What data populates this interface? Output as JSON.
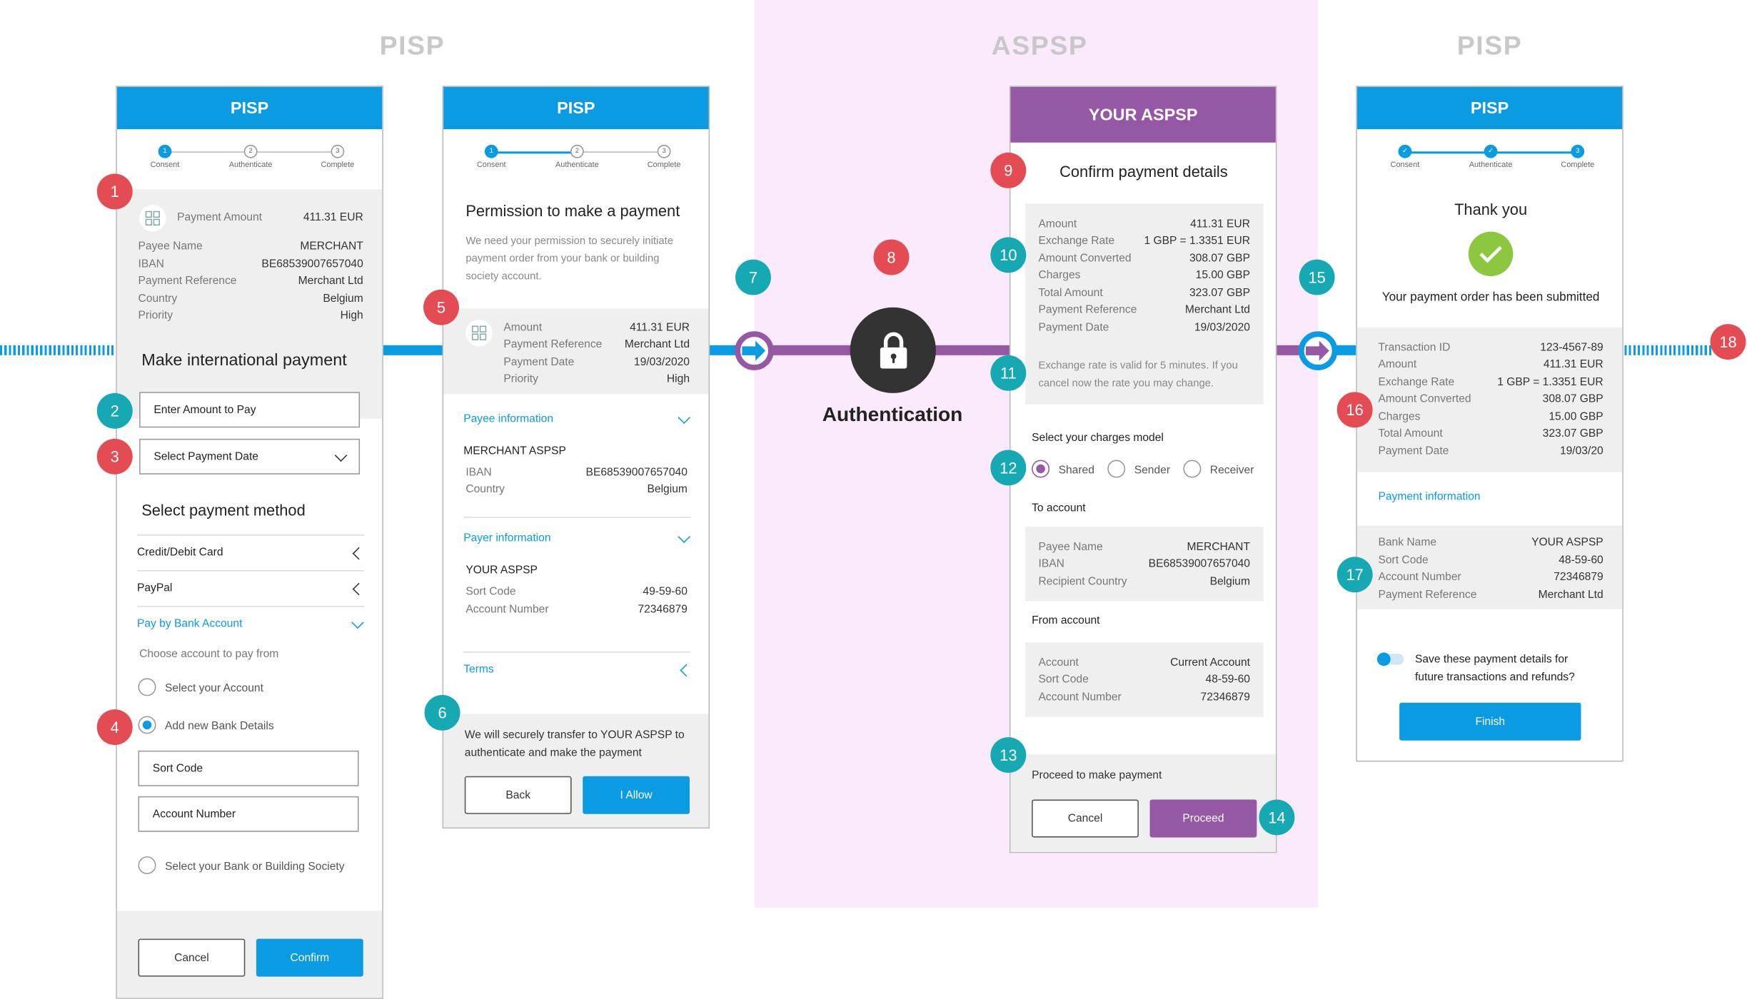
{
  "sections": {
    "pisp_left": "PISP",
    "aspsp": "ASPSP",
    "pisp_right": "PISP"
  },
  "markers": [
    "1",
    "2",
    "3",
    "4",
    "5",
    "6",
    "7",
    "8",
    "9",
    "10",
    "11",
    "12",
    "13",
    "14",
    "15",
    "16",
    "17",
    "18"
  ],
  "colors": {
    "pisp_blue": "#0b9be3",
    "aspsp_purple": "#9558a4",
    "marker_red": "#e44c54",
    "marker_teal": "#16a9b4",
    "success_green": "#8dc63f"
  },
  "steps": [
    "Consent",
    "Authenticate",
    "Complete"
  ],
  "step_numbers": [
    "1",
    "2",
    "3"
  ],
  "screen1": {
    "header": "PISP",
    "summary": [
      {
        "k": "Payee Name",
        "v": "MERCHANT"
      },
      {
        "k": "IBAN",
        "v": "BE68539007657040"
      },
      {
        "k": "Payment Reference",
        "v": "Merchant Ltd"
      },
      {
        "k": "Country",
        "v": "Belgium"
      },
      {
        "k": "Priority",
        "v": "High"
      }
    ],
    "payment_amount_label": "Payment Amount",
    "payment_amount_value": "411.31 EUR",
    "title": "Make international payment",
    "amount_placeholder": "Enter Amount to Pay",
    "date_placeholder": "Select Payment Date",
    "method_title": "Select payment method",
    "methods": [
      "Credit/Debit Card",
      "PayPal",
      "Pay by Bank Account"
    ],
    "choose_label": "Choose account to pay from",
    "opt_select_account": "Select your Account",
    "opt_add_new": "Add new Bank Details",
    "sort_code_placeholder": "Sort Code",
    "account_number_placeholder": "Account Number",
    "opt_select_bank": "Select your Bank or Building Society",
    "cancel": "Cancel",
    "confirm": "Confirm"
  },
  "screen2": {
    "header": "PISP",
    "title": "Permission to make a payment",
    "intro_lines": [
      "We need your permission to securely initiate",
      "payment order from your bank or building",
      "society account."
    ],
    "summary": [
      {
        "k": "Amount",
        "v": "411.31 EUR"
      },
      {
        "k": "Payment Reference",
        "v": "Merchant Ltd"
      },
      {
        "k": "Payment Date",
        "v": "19/03/2020"
      },
      {
        "k": "Priority",
        "v": "High"
      }
    ],
    "payee_info": "Payee information",
    "payee_name": "MERCHANT ASPSP",
    "payee_rows": [
      {
        "k": "IBAN",
        "v": "BE68539007657040"
      },
      {
        "k": "Country",
        "v": "Belgium"
      }
    ],
    "payer_info": "Payer information",
    "payer_name": "YOUR ASPSP",
    "payer_rows": [
      {
        "k": "Sort Code",
        "v": "49-59-60"
      },
      {
        "k": "Account Number",
        "v": "72346879"
      }
    ],
    "terms": "Terms",
    "transfer_lines": [
      "We will securely transfer to YOUR ASPSP to",
      "authenticate and make the payment"
    ],
    "back": "Back",
    "allow": "I Allow"
  },
  "auth_label": "Authentication",
  "screen3": {
    "header": "YOUR ASPSP",
    "title": "Confirm payment details",
    "summary": [
      {
        "k": "Amount",
        "v": "411.31 EUR"
      },
      {
        "k": "Exchange Rate",
        "v": "1 GBP = 1.3351 EUR"
      },
      {
        "k": "Amount Converted",
        "v": "308.07 GBP"
      },
      {
        "k": "Charges",
        "v": "15.00 GBP"
      },
      {
        "k": "Total Amount",
        "v": "323.07 GBP"
      },
      {
        "k": "Payment Reference",
        "v": "Merchant Ltd"
      },
      {
        "k": "Payment Date",
        "v": "19/03/2020"
      }
    ],
    "rate_note_lines": [
      "Exchange rate is valid for 5 minutes. If you",
      "cancel now the rate you may change."
    ],
    "charges_title": "Select your charges model",
    "charges_options": [
      "Shared",
      "Sender",
      "Receiver"
    ],
    "to_account": "To account",
    "to_rows": [
      {
        "k": "Payee Name",
        "v": "MERCHANT"
      },
      {
        "k": "IBAN",
        "v": "BE68539007657040"
      },
      {
        "k": "Recipient Country",
        "v": "Belgium"
      }
    ],
    "from_account": "From account",
    "from_rows": [
      {
        "k": "Account",
        "v": "Current Account"
      },
      {
        "k": "Sort Code",
        "v": "48-59-60"
      },
      {
        "k": "Account Number",
        "v": "72346879"
      }
    ],
    "proceed_label": "Proceed to make payment",
    "cancel": "Cancel",
    "proceed": "Proceed"
  },
  "screen4": {
    "header": "PISP",
    "thank_you": "Thank you",
    "submitted": "Your payment order has been submitted",
    "summary": [
      {
        "k": "Transaction ID",
        "v": "123-4567-89"
      },
      {
        "k": "Amount",
        "v": "411.31 EUR"
      },
      {
        "k": "Exchange Rate",
        "v": "1 GBP = 1.3351 EUR"
      },
      {
        "k": "Amount Converted",
        "v": "308.07 GBP"
      },
      {
        "k": "Charges",
        "v": "15.00 GBP"
      },
      {
        "k": "Total Amount",
        "v": "323.07 GBP"
      },
      {
        "k": "Payment Date",
        "v": "19/03/20"
      }
    ],
    "payment_info": "Payment information",
    "bank_rows": [
      {
        "k": "Bank Name",
        "v": "YOUR ASPSP"
      },
      {
        "k": "Sort Code",
        "v": "48-59-60"
      },
      {
        "k": "Account Number",
        "v": "72346879"
      },
      {
        "k": "Payment Reference",
        "v": "Merchant Ltd"
      }
    ],
    "save_lines": [
      "Save these payment details for",
      "future transactions and refunds?"
    ],
    "finish": "Finish"
  }
}
